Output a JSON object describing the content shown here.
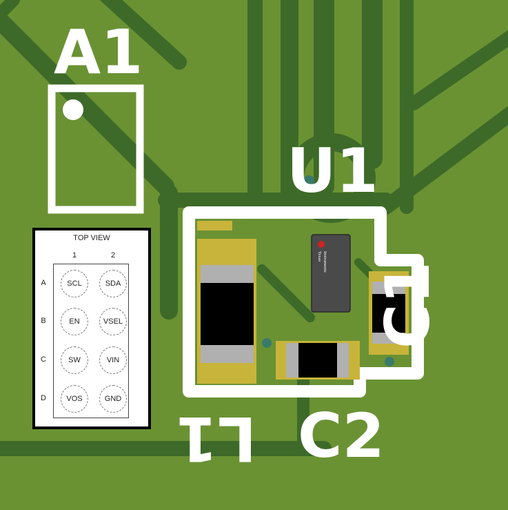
{
  "silkscreen": {
    "a1_designator": "A1",
    "u1_designator": "U1",
    "c1_designator": "C1",
    "c2_designator": "C2",
    "l1_designator": "L1"
  },
  "chip_logo": {
    "brand_line1": "Texas",
    "brand_line2": "Instruments"
  },
  "pinout": {
    "title": "TOP VIEW",
    "columns": [
      "1",
      "2"
    ],
    "rows": [
      "A",
      "B",
      "C",
      "D"
    ],
    "balls": [
      [
        "SCL",
        "SDA"
      ],
      [
        "EN",
        "VSEL"
      ],
      [
        "SW",
        "VIN"
      ],
      [
        "VOS",
        "GND"
      ]
    ]
  },
  "colors": {
    "board": "#6a9233",
    "trace": "#3d6a28",
    "pad": "#c8b43a",
    "silkscreen": "#ffffff",
    "component_body": "#000000",
    "component_terminal": "#b0b0b0",
    "via": "#3a7a6a"
  }
}
